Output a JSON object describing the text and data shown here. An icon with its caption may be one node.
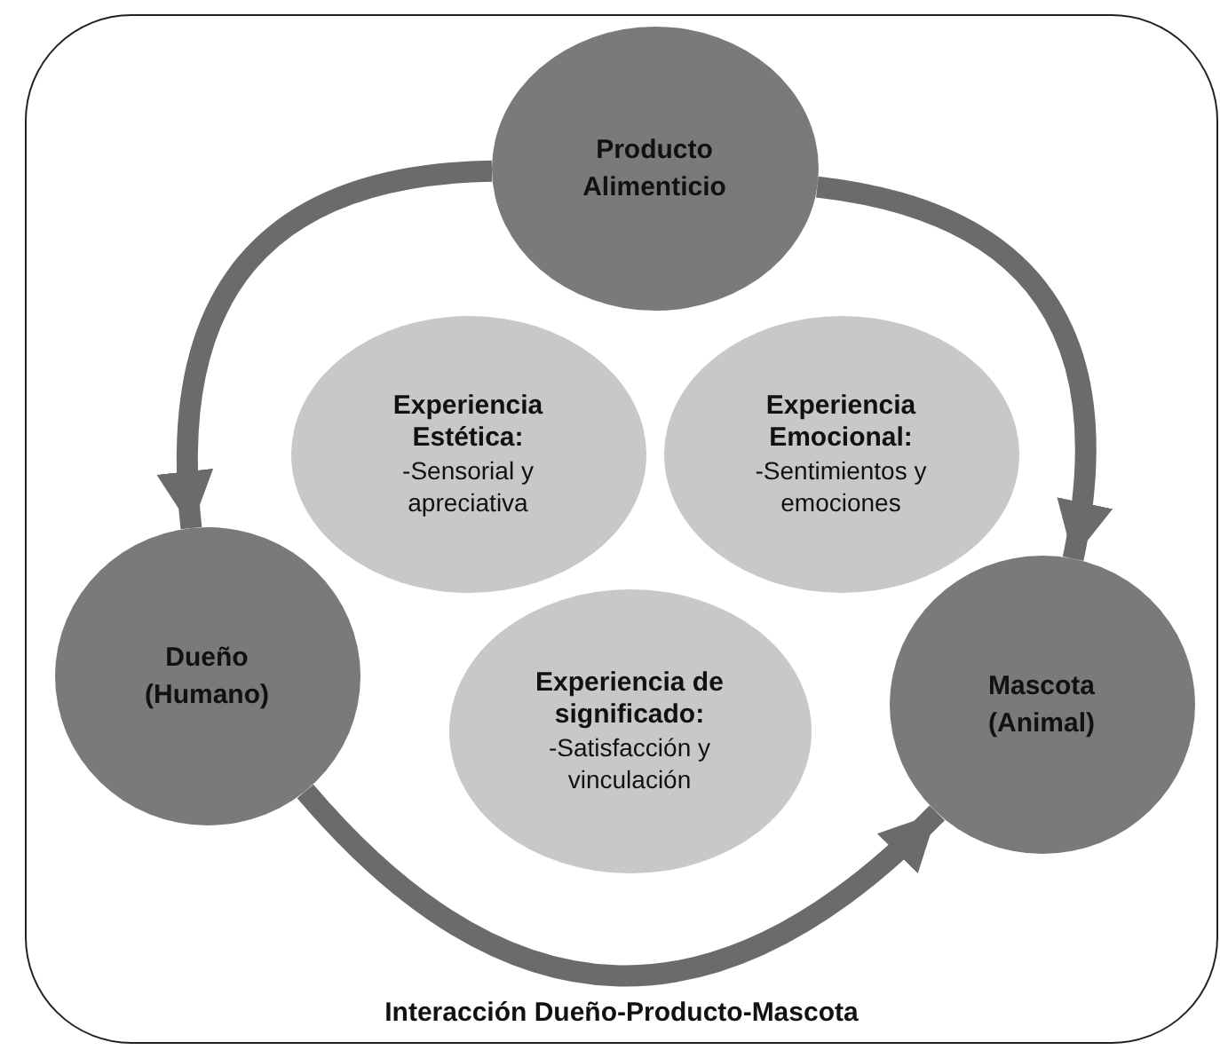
{
  "diagram": {
    "nodes": [
      {
        "text": [
          "Interacción Dueño-Producto-Mascota"
        ]
      },
      {
        "text": [
          "Producto Alimenticio"
        ],
        "in": 0
      },
      {
        "text": [
          "Experiencia Estética:",
          "-Sensorial y apreciativa"
        ],
        "in": 0
      },
      {
        "text": [
          "Experiencia Emocional:",
          "-Sentimientos y emociones"
        ],
        "in": 0
      },
      {
        "text": [
          "Dueño (Humano)"
        ],
        "in": 0
      },
      {
        "text": [
          "Experiencia de significado:",
          "-Satisfacción y vinculación"
        ],
        "in": 0
      },
      {
        "text": [
          "Mascota (Animal)"
        ],
        "in": 0
      }
    ],
    "edges": [
      {
        "from": 1,
        "to": 4,
        "arrow": "to"
      },
      {
        "from": 1,
        "to": 6,
        "arrow": "to"
      },
      {
        "from": 4,
        "to": 6,
        "arrow": "to"
      }
    ]
  }
}
